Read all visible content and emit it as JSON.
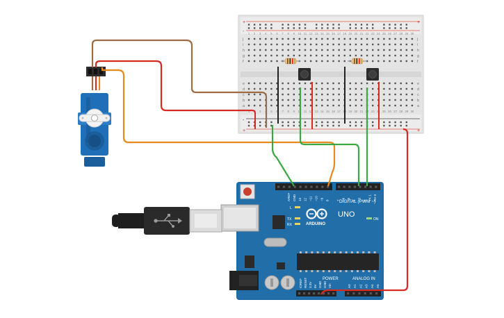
{
  "diagram": {
    "components": {
      "arduino": {
        "brand": "ARDUINO",
        "model": "UNO",
        "header_top_left": [
          "AREF",
          "GND",
          "13",
          "12",
          "~11",
          "~10",
          "~9",
          "8"
        ],
        "header_top_right": [
          "7",
          "~6",
          "~5",
          "4",
          "~3",
          "2",
          "TX 1",
          "RX 0"
        ],
        "digital_label": "DIGITAL (PWM ~)",
        "led_labels": [
          "L",
          "TX",
          "RX"
        ],
        "on_label": "ON",
        "power_label": "POWER",
        "analog_label": "ANALOG IN",
        "power_pins": [
          "IOREF",
          "RESET",
          "3.3V",
          "5V",
          "GND",
          "GND",
          "Vin"
        ],
        "analog_pins": [
          "A0",
          "A1",
          "A2",
          "A3",
          "A4",
          "A5"
        ]
      },
      "breadboard": {
        "row_letters_top": [
          "j",
          "i",
          "h",
          "g",
          "f"
        ],
        "row_letters_bottom": [
          "e",
          "d",
          "c",
          "b",
          "a"
        ],
        "column_numbers": [
          "1",
          "2",
          "3",
          "4",
          "5",
          "6",
          "7",
          "8",
          "9",
          "10",
          "11",
          "12",
          "13",
          "14",
          "15",
          "16",
          "17",
          "18",
          "19",
          "20",
          "21",
          "22",
          "23",
          "24",
          "25",
          "26",
          "27",
          "28",
          "29",
          "30"
        ],
        "rail_plus": "+",
        "rail_minus": "-"
      },
      "servo": {
        "label": ""
      },
      "usb_cable": {
        "label": ""
      }
    },
    "wire_colors": {
      "red": "#d62b20",
      "black": "#222222",
      "green": "#3aa845",
      "orange": "#e8891c",
      "brown": "#9a6b45"
    }
  }
}
